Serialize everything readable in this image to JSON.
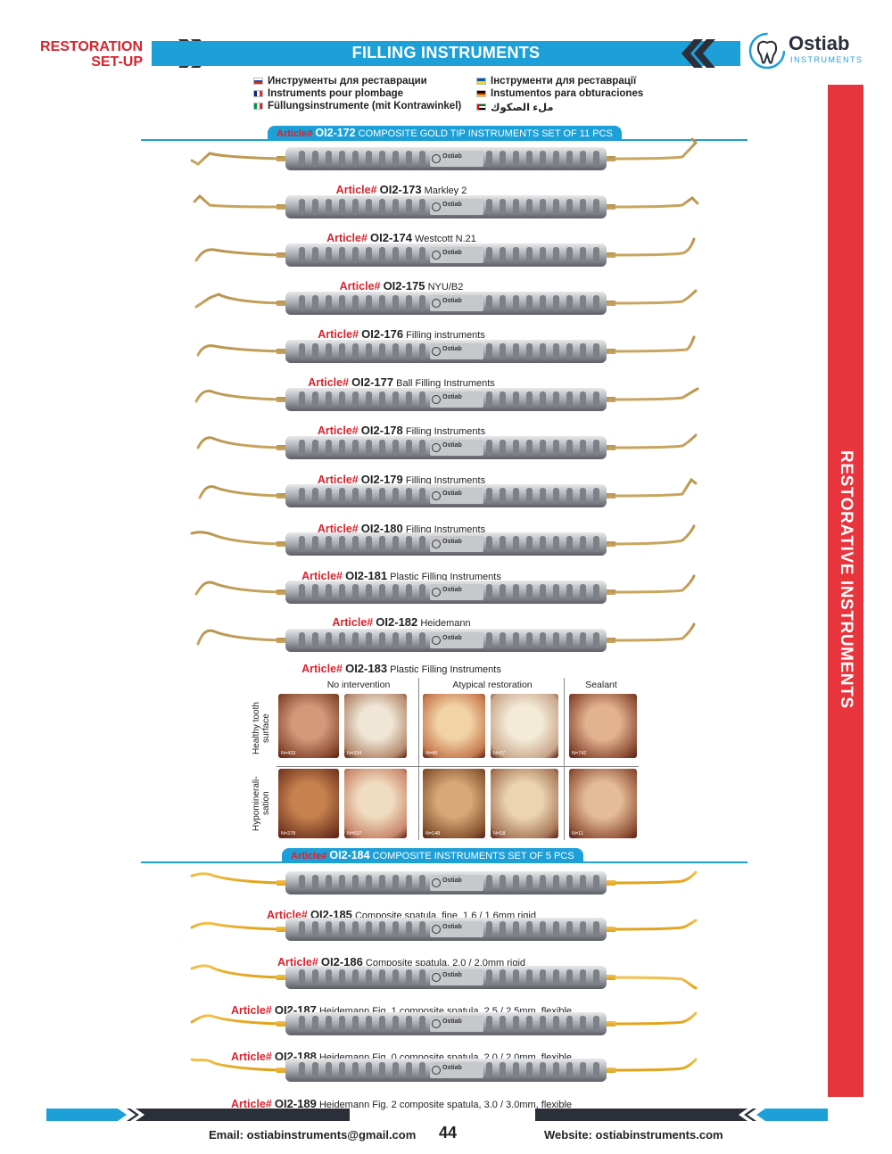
{
  "header": {
    "section_tag_line1": "RESTORATION",
    "section_tag_line2": "SET-UP",
    "title": "FILLING INSTRUMENTS",
    "logo_brand": "Ostiab",
    "logo_sub": "INSTRUMENTS"
  },
  "languages": [
    {
      "flag": "ru",
      "text": "Инструменты для реставрации"
    },
    {
      "flag": "ua",
      "text": "Інструменти для реставрації"
    },
    {
      "flag": "fr",
      "text": "Instruments pour plombage"
    },
    {
      "flag": "de",
      "text": "Instumentos para obturaciones"
    },
    {
      "flag": "it",
      "text": "Füllungsinstrumente (mit Kontrawinkel)"
    },
    {
      "flag": "ae",
      "text": "ملء الصكوك"
    }
  ],
  "side_banner": "RESTORATIVE INSTRUMENTS",
  "article_label": "Article#",
  "set1": {
    "code": "OI2-172",
    "desc": "COMPOSITE GOLD TIP INSTRUMENTS SET OF 11 PCS"
  },
  "set2": {
    "code": "OI2-184",
    "desc": "COMPOSITE INSTRUMENTS SET OF 5 PCS"
  },
  "items": [
    {
      "code": "OI2-173",
      "desc": "Markley 2"
    },
    {
      "code": "OI2-174",
      "desc": "Westcott N.21"
    },
    {
      "code": "OI2-175",
      "desc": "NYU/B2"
    },
    {
      "code": "OI2-176",
      "desc": "Filling instruments"
    },
    {
      "code": "OI2-177",
      "desc": "Ball Filling Instruments"
    },
    {
      "code": "OI2-178",
      "desc": "Filling Instruments"
    },
    {
      "code": "OI2-179",
      "desc": "Filling Instruments"
    },
    {
      "code": "OI2-180",
      "desc": "Filling Instruments"
    },
    {
      "code": "OI2-181",
      "desc": "Plastic Filling Instruments"
    },
    {
      "code": "OI2-182",
      "desc": "Heidemann"
    },
    {
      "code": "OI2-183",
      "desc": "Plastic Filling Instruments"
    },
    {
      "code": "OI2-185",
      "desc": "Composite spatula, fine, 1.6 / 1.6mm rigid"
    },
    {
      "code": "OI2-186",
      "desc": "Composite spatula, 2.0 / 2.0mm rigid"
    },
    {
      "code": "OI2-187",
      "desc": "Heidemann Fig. 1 composite spatula, 2.5 / 2.5mm, flexible"
    },
    {
      "code": "OI2-188",
      "desc": "Heidemann Fig. 0 composite spatula, 2.0 / 2.0mm, flexible"
    },
    {
      "code": "OI2-189",
      "desc": "Heidemann Fig. 2 composite spatula, 3.0 / 3.0mm, flexible"
    }
  ],
  "handle_brand": "Ostiab",
  "grid": {
    "col_no_intervention": "No intervention",
    "col_atypical": "Atypical restoration",
    "col_sealant": "Sealant",
    "row_healthy": "Healthy tooth surface",
    "row_hypo": "Hypominerali- sation",
    "counts_row1": [
      "N=433",
      "N=334",
      "N=49",
      "N=27",
      "N=742"
    ],
    "counts_row2": [
      "N=278",
      "N=537",
      "N=148",
      "N=18",
      "N=11"
    ]
  },
  "footer": {
    "email": "Email: ostiabinstruments@gmail.com",
    "page": "44",
    "website": "Website: ostiabinstruments.com"
  }
}
